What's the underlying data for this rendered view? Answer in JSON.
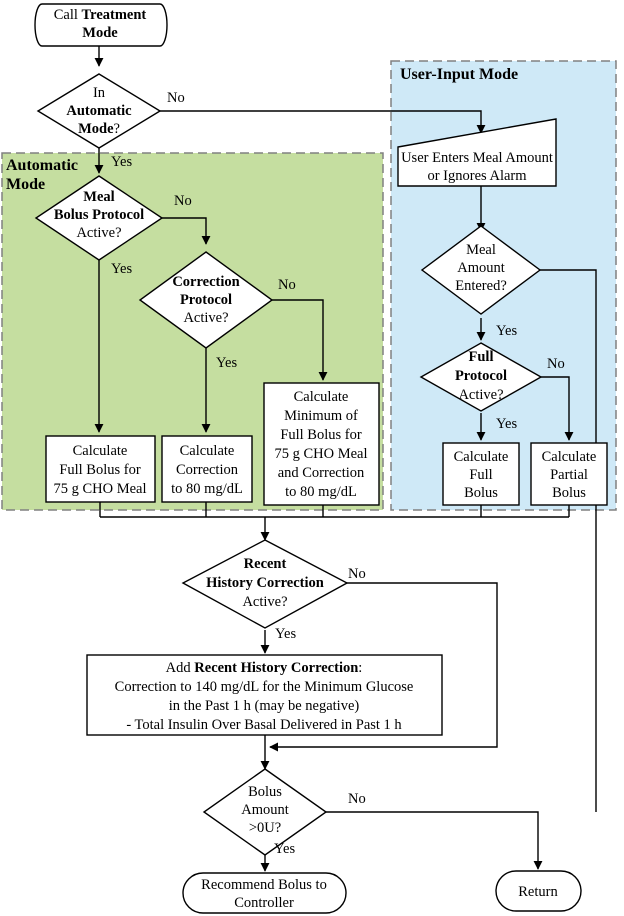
{
  "colors": {
    "automatic_fill": "#c5dea0",
    "user_input_fill": "#cfe9f7",
    "region_border": "#808080",
    "line": "#000000",
    "box_fill": "#ffffff"
  },
  "regions": {
    "automatic_title_1": "Automatic",
    "automatic_title_2": "Mode",
    "user_input_title": "User-Input Mode"
  },
  "nodes": {
    "start": {
      "pre": "Call ",
      "bold": "Treatment",
      "line2": "Mode"
    },
    "auto_decision": {
      "line1": "In",
      "line2": "Automatic",
      "line3_bold": "Mode",
      "line3_rest": "?"
    },
    "meal_protocol": {
      "line1": "Meal",
      "line2": "Bolus Protocol",
      "line3": "Active?"
    },
    "correction_protocol": {
      "line1": "Correction",
      "line2": "Protocol",
      "line3": "Active?"
    },
    "calc_full_bolus": [
      "Calculate",
      "Full Bolus for",
      "75 g CHO Meal"
    ],
    "calc_correction": [
      "Calculate",
      "Correction",
      "to 80 mg/dL"
    ],
    "calc_minimum": [
      "Calculate",
      "Minimum of",
      "Full Bolus for",
      "75 g CHO Meal",
      "and Correction",
      "to 80 mg/dL"
    ],
    "user_enters": [
      "User Enters Meal Amount",
      "or Ignores Alarm"
    ],
    "meal_entered": [
      "Meal",
      "Amount",
      "Entered?"
    ],
    "full_protocol": {
      "line1": "Full",
      "line2": "Protocol",
      "line3": "Active?"
    },
    "calc_full": [
      "Calculate",
      "Full",
      "Bolus"
    ],
    "calc_partial": [
      "Calculate",
      "Partial",
      "Bolus"
    ],
    "recent_history": {
      "line1": "Recent",
      "line2": "History Correction",
      "line3": "Active?"
    },
    "add_correction": {
      "line1_pre": "Add ",
      "line1_bold": "Recent History Correction",
      "line1_post": ":",
      "line2": "Correction to 140 mg/dL for the Minimum Glucose",
      "line3": "in the Past 1 h (may be negative)",
      "line4": "- Total Insulin Over Basal Delivered in Past 1 h"
    },
    "bolus_amount": [
      "Bolus",
      "Amount",
      ">0U?"
    ],
    "recommend": [
      "Recommend Bolus to",
      "Controller"
    ],
    "return": "Return"
  },
  "edge_labels": {
    "auto_no": "No",
    "auto_yes": "Yes",
    "meal_no": "No",
    "meal_yes": "Yes",
    "corr_no": "No",
    "corr_yes": "Yes",
    "entered_yes": "Yes",
    "full_no": "No",
    "full_yes": "Yes",
    "recent_no": "No",
    "recent_yes": "Yes",
    "bolus_no": "No",
    "bolus_yes": "Yes"
  }
}
